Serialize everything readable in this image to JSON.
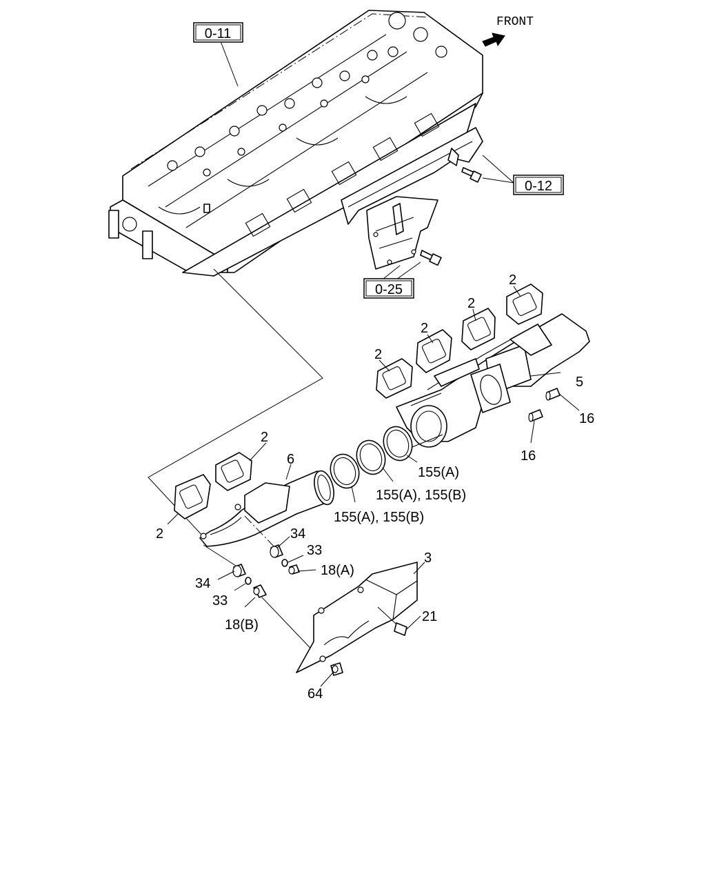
{
  "front_label": "FRONT",
  "refs": {
    "cylinder_head": "0-11",
    "heat_shield": "0-12",
    "bracket": "0-25"
  },
  "callouts": {
    "gasket_1": "2",
    "gasket_2": "2",
    "gasket_3": "2",
    "gasket_4": "2",
    "gasket_5": "2",
    "gasket_6": "2",
    "manifold_front": "5",
    "stud_upper": "16",
    "stud_lower": "16",
    "seal_a": "155(A)",
    "seal_ab_1": "155(A), 155(B)",
    "seal_ab_2": "155(A), 155(B)",
    "manifold_rear": "6",
    "sleeve_upper": "34",
    "washer_upper": "33",
    "nut_upper": "18(A)",
    "sleeve_lower": "34",
    "washer_lower": "33",
    "nut_lower": "18(B)",
    "cover": "3",
    "bolt": "21",
    "cover_nut": "64"
  }
}
